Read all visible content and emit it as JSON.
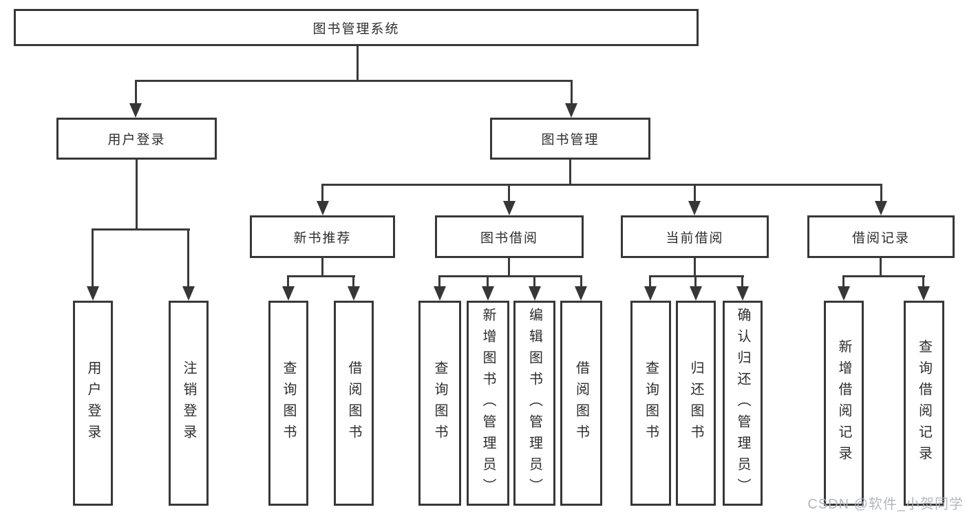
{
  "root": {
    "label": "图书管理系统"
  },
  "level2": {
    "user_login": {
      "label": "用户登录"
    },
    "book_management": {
      "label": "图书管理"
    }
  },
  "level3": {
    "new_book_recommend": {
      "label": "新书推荐"
    },
    "book_borrow": {
      "label": "图书借阅"
    },
    "current_borrow": {
      "label": "当前借阅"
    },
    "borrow_records": {
      "label": "借阅记录"
    }
  },
  "leaves": {
    "user_login": {
      "label": "用户登录"
    },
    "logout": {
      "label": "注销登录"
    },
    "recommend_query_books": {
      "label": "查询图书"
    },
    "recommend_borrow_books": {
      "label": "借阅图书"
    },
    "borrow_query_books": {
      "label": "查询图书"
    },
    "borrow_add_books": {
      "label": "新增图书（管理员）"
    },
    "borrow_edit_books": {
      "label": "编辑图书（管理员）"
    },
    "borrow_borrow_books": {
      "label": "借阅图书"
    },
    "current_query_books": {
      "label": "查询图书"
    },
    "current_return_books": {
      "label": "归还图书"
    },
    "current_confirm_return": {
      "label": "确认归还（管理员）"
    },
    "records_add": {
      "label": "新增借阅记录"
    },
    "records_query": {
      "label": "查询借阅记录"
    }
  },
  "watermark": {
    "text": "CSDN @软件_小贺同学"
  },
  "colors": {
    "line": "#3a3a3a",
    "border": "#373737",
    "text": "#2d2d2d",
    "watermark": "#acb1b7",
    "background": "#ffffff"
  }
}
